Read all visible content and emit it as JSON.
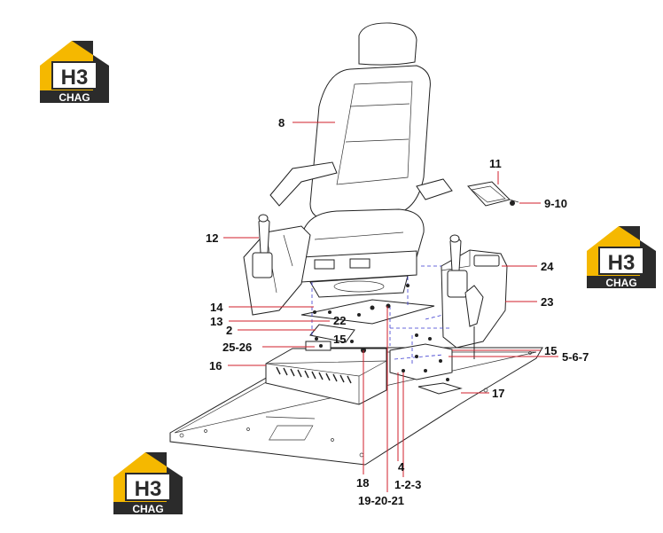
{
  "logos": [
    {
      "text": "CHAG",
      "mark": "H3"
    },
    {
      "text": "CHAG",
      "mark": "H3"
    },
    {
      "text": "CHAG",
      "mark": "H3"
    }
  ],
  "labels": {
    "l8": "8",
    "l11": "11",
    "l9_10": "9-10",
    "l12": "12",
    "l24": "24",
    "l23": "23",
    "l14": "14",
    "l13": "13",
    "l22": "22",
    "l2": "2",
    "l15a": "15",
    "l25_26": "25-26",
    "l16": "16",
    "l15b": "15",
    "l5_6_7": "5-6-7",
    "l17": "17",
    "l4": "4",
    "l18": "18",
    "l1_2_3": "1-2-3",
    "l19_20_21": "19-20-21"
  },
  "colors": {
    "logo_yellow": "#f5b800",
    "logo_dark": "#2b2b2b",
    "leader_red": "#d21f2b",
    "hidden_line_blue": "#3a3ad0"
  }
}
